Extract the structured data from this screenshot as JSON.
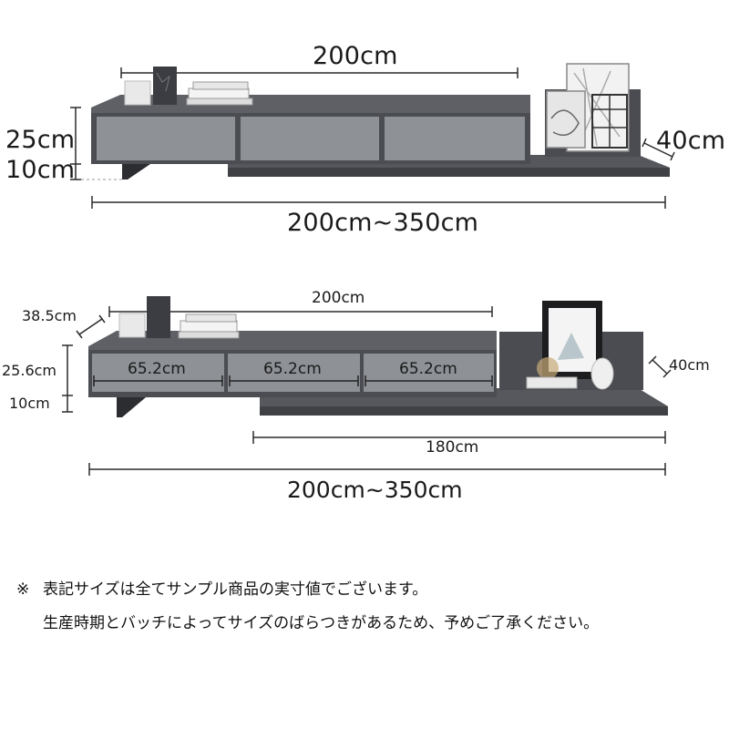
{
  "image1": {
    "top_width": "200cm",
    "height_body": "25cm",
    "height_legs": "10cm",
    "depth": "40cm",
    "total_width": "200cm~350cm"
  },
  "image2": {
    "top_width": "200cm",
    "depth_left": "38.5cm",
    "height_body": "25.6cm",
    "height_legs": "10cm",
    "drawer_widths": [
      "65.2cm",
      "65.2cm",
      "65.2cm"
    ],
    "depth_right": "40cm",
    "extension_width": "180cm",
    "total_width": "200cm~350cm"
  },
  "note": {
    "mark": "※",
    "line1": "表記サイズは全てサンプル商品の実寸値でございます。",
    "line2": "生産時期とバッチによってサイズのばらつきがあるため、予めご了承ください。"
  },
  "colors": {
    "cabinet_dark": "#4b4d52",
    "cabinet_top": "#5a5c61",
    "drawer_face": "#8e9196",
    "dim_line": "#2a2a2a"
  }
}
